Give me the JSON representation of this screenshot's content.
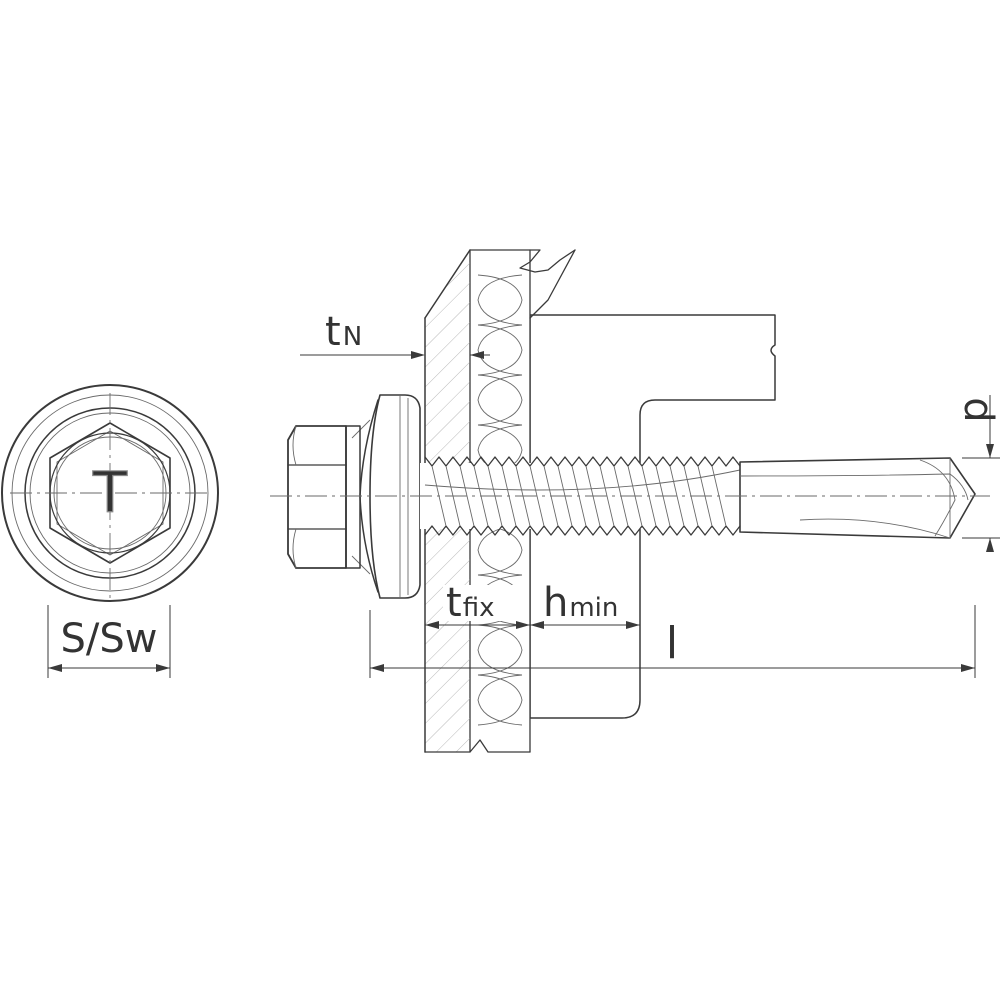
{
  "labels": {
    "t_n_main": "t",
    "t_n_sub": "N",
    "t_fix_main": "t",
    "t_fix_sub": "fix",
    "h_min_main": "h",
    "h_min_sub": "min",
    "length": "l",
    "diameter": "d",
    "wrench_size": "S/Sw",
    "head_mark": "T"
  },
  "colors": {
    "line": "#3a3a3a",
    "hatch": "#9a9a9a",
    "text": "#333333",
    "background": "#ffffff"
  }
}
